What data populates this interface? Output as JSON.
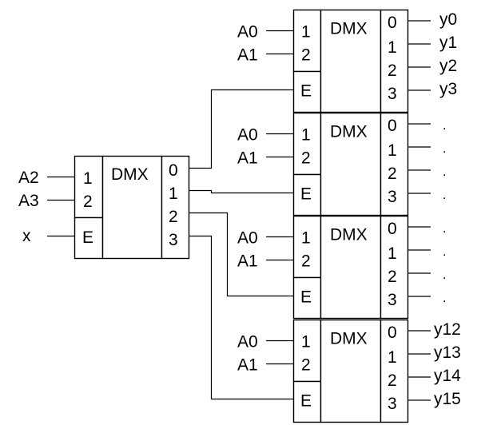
{
  "diagram": {
    "type": "demultiplexer-cascade",
    "colors": {
      "stroke": "#000000",
      "background": "#ffffff"
    },
    "first_stage": {
      "name": "DMX",
      "select_pins": [
        "1",
        "2"
      ],
      "enable_pin": "E",
      "output_pins": [
        "0",
        "1",
        "2",
        "3"
      ],
      "select_inputs": [
        "A2",
        "A3"
      ],
      "enable_input": "x"
    },
    "second_stage": [
      {
        "name": "DMX",
        "select_pins": [
          "1",
          "2"
        ],
        "enable_pin": "E",
        "output_pins": [
          "0",
          "1",
          "2",
          "3"
        ],
        "select_inputs": [
          "A0",
          "A1"
        ],
        "outputs": [
          "y0",
          "y1",
          "y2",
          "y3"
        ]
      },
      {
        "name": "DMX",
        "select_pins": [
          "1",
          "2"
        ],
        "enable_pin": "E",
        "output_pins": [
          "0",
          "1",
          "2",
          "3"
        ],
        "select_inputs": [
          "A0",
          "A1"
        ],
        "outputs": [
          ".",
          ".",
          ".",
          "."
        ]
      },
      {
        "name": "DMX",
        "select_pins": [
          "1",
          "2"
        ],
        "enable_pin": "E",
        "output_pins": [
          "0",
          "1",
          "2",
          "3"
        ],
        "select_inputs": [
          "A0",
          "A1"
        ],
        "outputs": [
          ".",
          ".",
          ".",
          "."
        ]
      },
      {
        "name": "DMX",
        "select_pins": [
          "1",
          "2"
        ],
        "enable_pin": "E",
        "output_pins": [
          "0",
          "1",
          "2",
          "3"
        ],
        "select_inputs": [
          "A0",
          "A1"
        ],
        "outputs": [
          "y12",
          "y13",
          "y14",
          "y15"
        ]
      }
    ],
    "connections": [
      {
        "from": "first_stage.output.0",
        "to": "second_stage.0.enable"
      },
      {
        "from": "first_stage.output.1",
        "to": "second_stage.1.enable"
      },
      {
        "from": "first_stage.output.2",
        "to": "second_stage.2.enable"
      },
      {
        "from": "first_stage.output.3",
        "to": "second_stage.3.enable"
      }
    ]
  }
}
